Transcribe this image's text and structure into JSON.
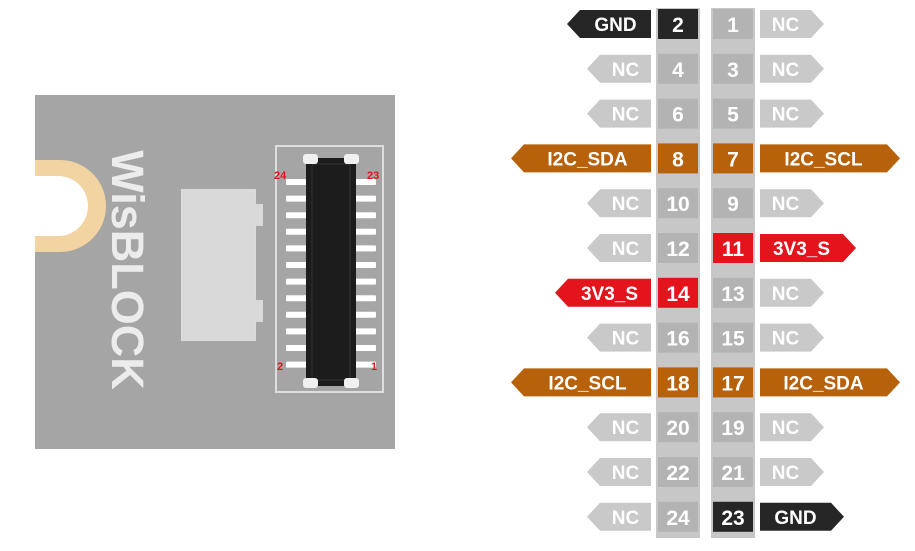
{
  "board": {
    "brand": "WisBLOCK",
    "corner_labels": {
      "top_left": "24",
      "top_right": "23",
      "bottom_left": "2",
      "bottom_right": "1"
    }
  },
  "colors": {
    "board": "#a5a5a5",
    "column": "#c7c7c7",
    "nc": "#c9c9c9",
    "gnd": "#262626",
    "i2c": "#b7610a",
    "power": "#e3141b",
    "mounting_hole": "#f2d3a2",
    "corner_label": "#e3141b"
  },
  "pins": [
    {
      "even": {
        "num": "2",
        "label": "GND",
        "type": "gnd"
      },
      "odd": {
        "num": "1",
        "label": "NC",
        "type": "nc"
      }
    },
    {
      "even": {
        "num": "4",
        "label": "NC",
        "type": "nc"
      },
      "odd": {
        "num": "3",
        "label": "NC",
        "type": "nc"
      }
    },
    {
      "even": {
        "num": "6",
        "label": "NC",
        "type": "nc"
      },
      "odd": {
        "num": "5",
        "label": "NC",
        "type": "nc"
      }
    },
    {
      "even": {
        "num": "8",
        "label": "I2C_SDA",
        "type": "i2c"
      },
      "odd": {
        "num": "7",
        "label": "I2C_SCL",
        "type": "i2c"
      }
    },
    {
      "even": {
        "num": "10",
        "label": "NC",
        "type": "nc"
      },
      "odd": {
        "num": "9",
        "label": "NC",
        "type": "nc"
      }
    },
    {
      "even": {
        "num": "12",
        "label": "NC",
        "type": "nc"
      },
      "odd": {
        "num": "11",
        "label": "3V3_S",
        "type": "power"
      }
    },
    {
      "even": {
        "num": "14",
        "label": "3V3_S",
        "type": "power"
      },
      "odd": {
        "num": "13",
        "label": "NC",
        "type": "nc"
      }
    },
    {
      "even": {
        "num": "16",
        "label": "NC",
        "type": "nc"
      },
      "odd": {
        "num": "15",
        "label": "NC",
        "type": "nc"
      }
    },
    {
      "even": {
        "num": "18",
        "label": "I2C_SCL",
        "type": "i2c"
      },
      "odd": {
        "num": "17",
        "label": "I2C_SDA",
        "type": "i2c"
      }
    },
    {
      "even": {
        "num": "20",
        "label": "NC",
        "type": "nc"
      },
      "odd": {
        "num": "19",
        "label": "NC",
        "type": "nc"
      }
    },
    {
      "even": {
        "num": "22",
        "label": "NC",
        "type": "nc"
      },
      "odd": {
        "num": "21",
        "label": "NC",
        "type": "nc"
      }
    },
    {
      "even": {
        "num": "24",
        "label": "NC",
        "type": "nc"
      },
      "odd": {
        "num": "23",
        "label": "GND",
        "type": "gnd"
      }
    }
  ]
}
